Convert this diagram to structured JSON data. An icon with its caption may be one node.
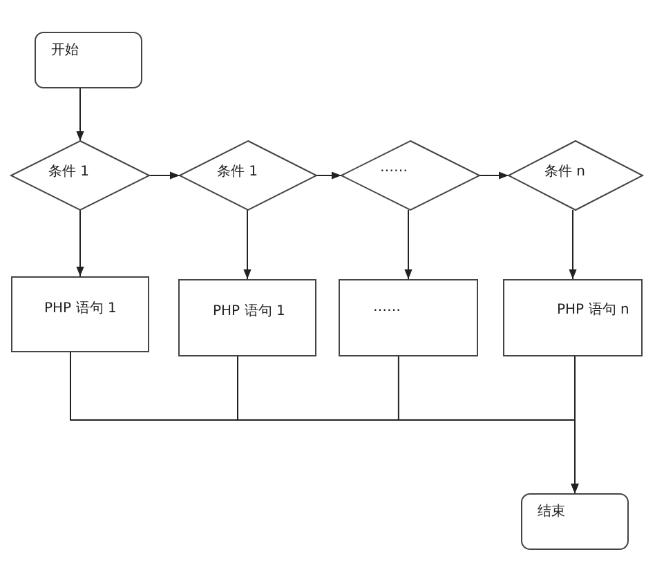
{
  "diagram": {
    "nodes": [
      {
        "text": [
          "开始"
        ]
      },
      {
        "text": [
          "条件 1"
        ]
      },
      {
        "text": [
          "条件 1"
        ]
      },
      {
        "text": [
          "……"
        ]
      },
      {
        "text": [
          "条件 n"
        ]
      },
      {
        "text": [
          "PHP 语句 1"
        ]
      },
      {
        "text": [
          "PHP 语句 1"
        ]
      },
      {
        "text": [
          "……"
        ]
      },
      {
        "text": [
          "PHP 语句 n"
        ]
      },
      {
        "text": [
          "结束"
        ]
      }
    ],
    "edges": [
      {
        "from": 0,
        "to": 1,
        "arrow": "to"
      },
      {
        "from": 1,
        "to": 2,
        "arrow": "to"
      },
      {
        "from": 2,
        "to": 3,
        "arrow": "to"
      },
      {
        "from": 3,
        "to": 4,
        "arrow": "to"
      },
      {
        "from": 1,
        "to": 5,
        "arrow": "to"
      },
      {
        "from": 2,
        "to": 6,
        "arrow": "to"
      },
      {
        "from": 3,
        "to": 7,
        "arrow": "to"
      },
      {
        "from": 4,
        "to": 8,
        "arrow": "to"
      },
      {
        "from": 5,
        "to": 9,
        "arrow": "to"
      },
      {
        "from": 6,
        "to": 9,
        "arrow": "to"
      },
      {
        "from": 7,
        "to": 9,
        "arrow": "to"
      },
      {
        "from": 8,
        "to": 9,
        "arrow": "to"
      }
    ]
  }
}
